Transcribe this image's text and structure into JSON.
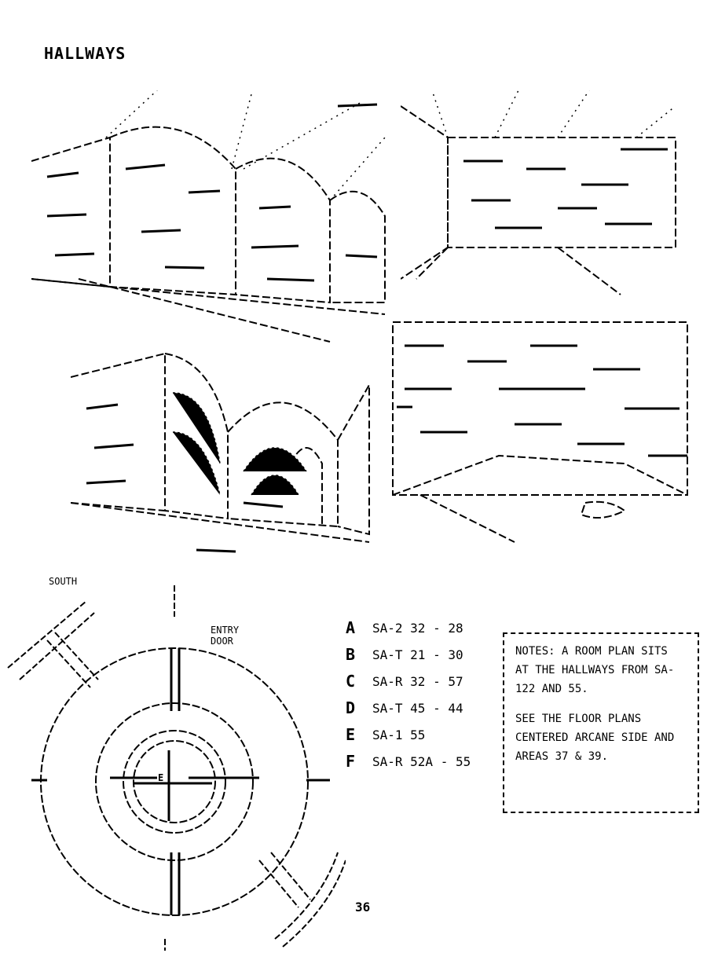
{
  "page": {
    "title": "HALLWAYS",
    "page_number": "36"
  },
  "map": {
    "labels": {
      "north": "SOUTH",
      "entry": "ENTRY DOOR",
      "center": "E"
    }
  },
  "legend": {
    "rows": [
      {
        "key": "A",
        "text": "SA-2 32 - 28"
      },
      {
        "key": "B",
        "text": "SA-T 21 - 30"
      },
      {
        "key": "C",
        "text": "SA-R 32 - 57"
      },
      {
        "key": "D",
        "text": "SA-T 45 - 44"
      },
      {
        "key": "E",
        "text": "SA-1 55"
      },
      {
        "key": "F",
        "text": "SA-R 52A - 55"
      }
    ]
  },
  "notes": {
    "note1": "NOTES: A ROOM PLAN SITS AT THE HALLWAYS FROM SA-122 AND 55.",
    "note2": "SEE THE FLOOR PLANS CENTERED ARCANE SIDE AND AREAS 37 & 39."
  }
}
